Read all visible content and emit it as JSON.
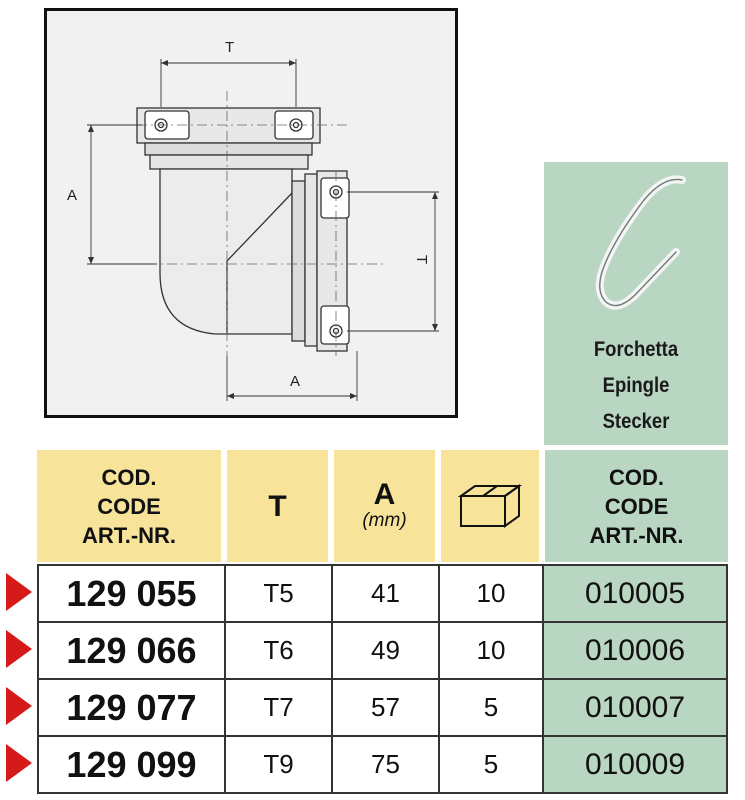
{
  "drawing": {
    "dim_T_top": "T",
    "dim_A_left": "A",
    "dim_T_right": "T",
    "dim_A_bottom": "A"
  },
  "pin_panel": {
    "lines": [
      "Forchetta",
      "Epingle",
      "Stecker"
    ]
  },
  "table": {
    "headers": {
      "code": [
        "COD.",
        "CODE",
        "ART.-NR."
      ],
      "t": "T",
      "a": "A",
      "a_unit": "(mm)",
      "box_icon": "box-icon",
      "pin_code": [
        "COD.",
        "CODE",
        "ART.-NR."
      ]
    },
    "rows": [
      {
        "code": "129 055",
        "t": "T5",
        "a": "41",
        "qty": "10",
        "pin_code": "010005"
      },
      {
        "code": "129 066",
        "t": "T6",
        "a": "49",
        "qty": "10",
        "pin_code": "010006"
      },
      {
        "code": "129 077",
        "t": "T7",
        "a": "57",
        "qty": "5",
        "pin_code": "010007"
      },
      {
        "code": "129 099",
        "t": "T9",
        "a": "75",
        "qty": "5",
        "pin_code": "010009"
      }
    ],
    "marker_color": "#d61a1a",
    "header_color": "#f7e49a",
    "accent_color": "#b9d6c3"
  }
}
